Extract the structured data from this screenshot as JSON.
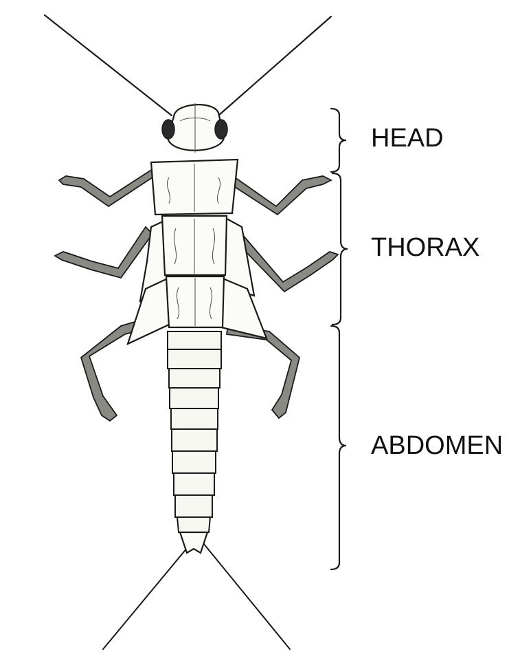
{
  "figure": {
    "labels": {
      "head": "HEAD",
      "thorax": "THORAX",
      "abdomen": "ABDOMEN"
    },
    "colors": {
      "ink": "#1a1a1a",
      "background": "#ffffff",
      "shading": "#8a8a84"
    }
  }
}
